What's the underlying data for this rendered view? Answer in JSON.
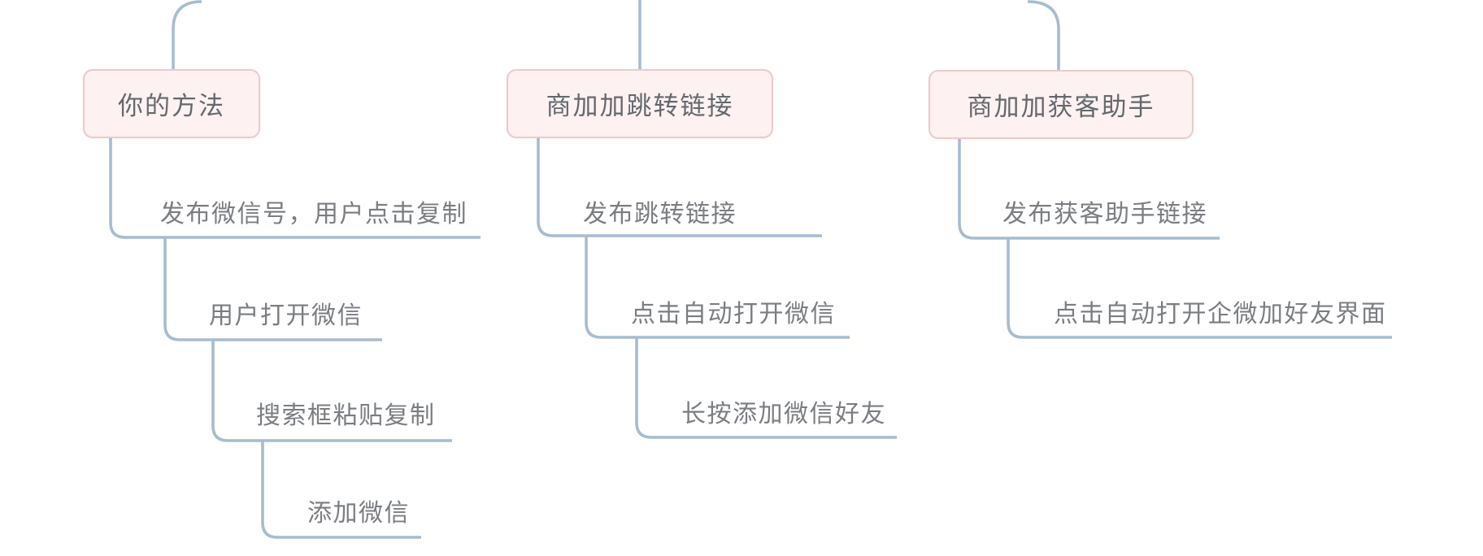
{
  "diagram": {
    "type": "mindmap-tree",
    "colors": {
      "background": "#ffffff",
      "line": "#a6bcd0",
      "node_fill": "#fdf1f1",
      "node_border": "#eccacc",
      "root_text": "#64686d",
      "child_text": "#7a7d81"
    },
    "branches": [
      {
        "root": "你的方法",
        "children": [
          "发布微信号，用户点击复制",
          "用户打开微信",
          "搜索框粘贴复制",
          "添加微信"
        ]
      },
      {
        "root": "商加加跳转链接",
        "children": [
          "发布跳转链接",
          "点击自动打开微信",
          "长按添加微信好友"
        ]
      },
      {
        "root": "商加加获客助手",
        "children": [
          "发布获客助手链接",
          "点击自动打开企微加好友界面"
        ]
      }
    ]
  }
}
